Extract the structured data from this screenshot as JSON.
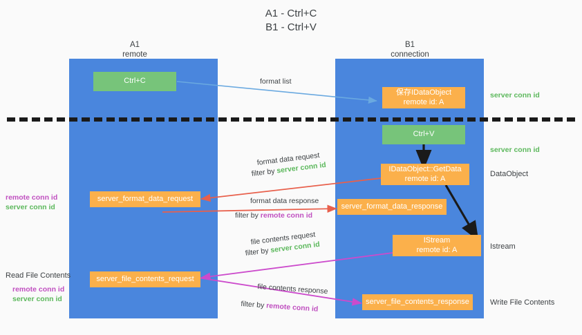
{
  "title": {
    "line1": "A1 - Ctrl+C",
    "line2": "B1 - Ctrl+V"
  },
  "columns": [
    {
      "name": "A1",
      "sub": "remote"
    },
    {
      "name": "B1",
      "sub": "connection"
    }
  ],
  "colors": {
    "lane": "#4a86dd",
    "orange": "#fbb04b",
    "green_box": "#77c47a",
    "server_conn": "#5cb85c",
    "remote_conn": "#c050c0",
    "arrow_blue": "#6aa9e0",
    "arrow_red": "#e8604c",
    "arrow_magenta": "#cc4bcc",
    "arrow_black": "#1a1a1a",
    "divider": "#1a1a1a"
  },
  "boxes": {
    "ctrl_c": {
      "line1": "Ctrl+C"
    },
    "save_idataobject": {
      "line1": "保存IDataObject",
      "line2": "remote id: A"
    },
    "ctrl_v": {
      "line1": "Ctrl+V"
    },
    "getdata": {
      "line1": "IDataObject::GetData",
      "line2": "remote id: A"
    },
    "format_data_request": {
      "line1": "server_format_data_request"
    },
    "format_data_response": {
      "line1": "server_format_data_response"
    },
    "istream": {
      "line1": "IStream",
      "line2": "remote id: A"
    },
    "file_contents_request": {
      "line1": "server_file_contents_request"
    },
    "file_contents_response": {
      "line1": "server_file_contents_response"
    }
  },
  "edge_labels": {
    "format_list": "format list",
    "format_data_request": "format data request",
    "format_data_request_filter_prefix": "filter by ",
    "format_data_request_filter_key": "server conn id",
    "format_data_response": "format data response",
    "format_data_response_filter_prefix": "filter by ",
    "format_data_response_filter_key": "remote conn id",
    "file_contents_request": "file contents request",
    "file_contents_request_filter_prefix": "filter by ",
    "file_contents_request_filter_key": "server conn id",
    "file_contents_response": "file contents response",
    "file_contents_response_filter_prefix": "filter by ",
    "file_contents_response_filter_key": "remote conn id"
  },
  "annotations": {
    "server_conn_id_top": "server conn id",
    "server_conn_id_mid": "server conn id",
    "dataobject": "DataObject",
    "istream": "Istream",
    "write_file_contents": "Write File Contents",
    "read_file_contents": "Read File Contents",
    "left_group_1_remote": "remote conn id",
    "left_group_1_server": "server conn id",
    "left_group_2_remote": "remote conn id",
    "left_group_2_server": "server conn id"
  }
}
